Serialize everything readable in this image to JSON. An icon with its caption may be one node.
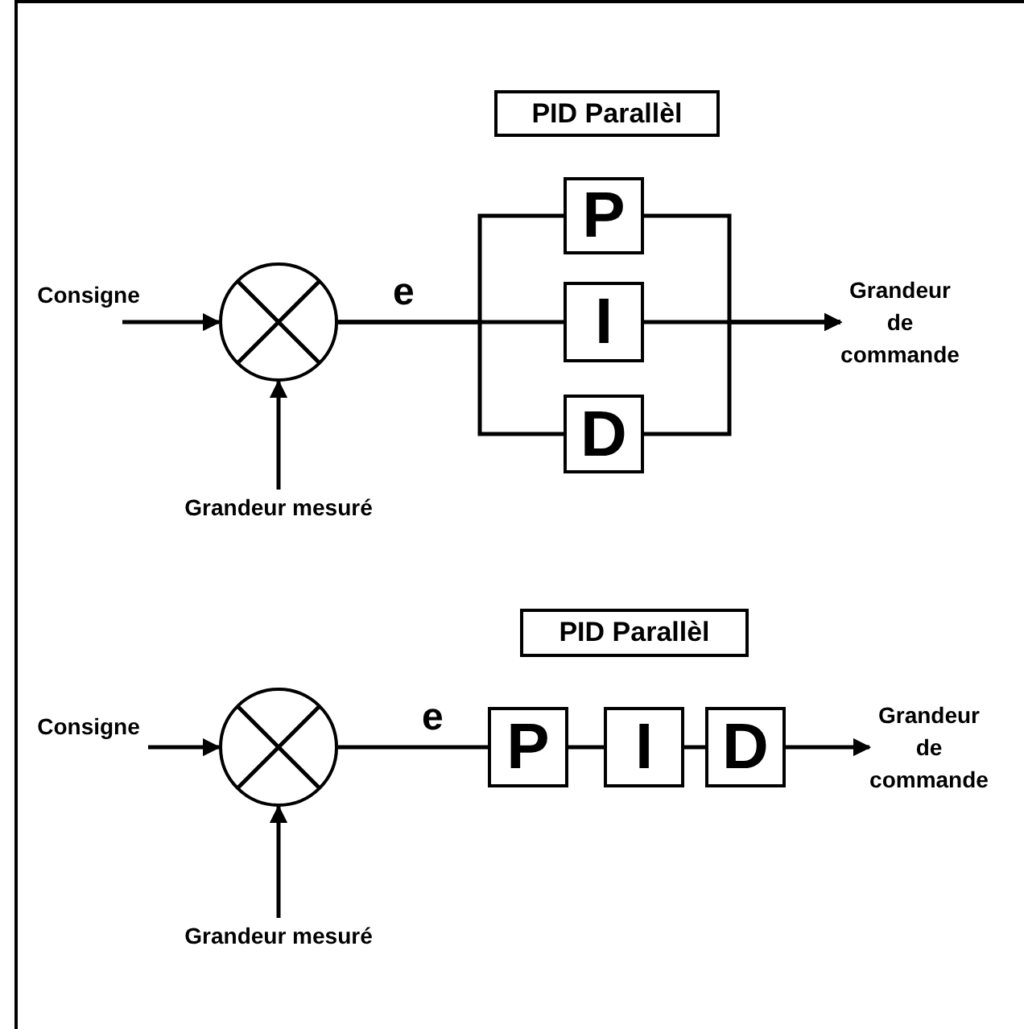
{
  "diagram": {
    "nodes": [
      {
        "text": [
          "PID Parallèl"
        ]
      },
      {
        "text": [
          "Consigne"
        ]
      },
      {
        "text": [],
        "shape": "circle"
      },
      {
        "text": [
          "Grandeur mesuré"
        ]
      },
      {
        "text": [
          "P"
        ]
      },
      {
        "text": [
          "I"
        ]
      },
      {
        "text": [
          "D"
        ]
      },
      {
        "text": [
          "Grandeur de commande"
        ]
      },
      {
        "text": [
          "PID Parallèl"
        ]
      },
      {
        "text": [
          "Consigne"
        ]
      },
      {
        "text": [],
        "shape": "circle"
      },
      {
        "text": [
          "Grandeur mesuré"
        ]
      },
      {
        "text": [
          "P"
        ]
      },
      {
        "text": [
          "I"
        ]
      },
      {
        "text": [
          "D"
        ]
      },
      {
        "text": [
          "Grandeur de commande"
        ]
      }
    ],
    "edges": [
      {
        "from": 1,
        "to": 2,
        "arrow": "to"
      },
      {
        "from": 3,
        "to": 2,
        "arrow": "to"
      },
      {
        "from": 2,
        "to": 4,
        "arrow": "none"
      },
      {
        "from": 2,
        "to": 5,
        "arrow": "none",
        "label": "e"
      },
      {
        "from": 2,
        "to": 6,
        "arrow": "none"
      },
      {
        "from": 4,
        "to": 7,
        "arrow": "to"
      },
      {
        "from": 5,
        "to": 7,
        "arrow": "to"
      },
      {
        "from": 6,
        "to": 7,
        "arrow": "to"
      },
      {
        "from": 9,
        "to": 10,
        "arrow": "to"
      },
      {
        "from": 11,
        "to": 10,
        "arrow": "to"
      },
      {
        "from": 10,
        "to": 12,
        "arrow": "none",
        "label": "e"
      },
      {
        "from": 12,
        "to": 13,
        "arrow": "none"
      },
      {
        "from": 13,
        "to": 14,
        "arrow": "none"
      },
      {
        "from": 14,
        "to": 15,
        "arrow": "to"
      }
    ]
  }
}
